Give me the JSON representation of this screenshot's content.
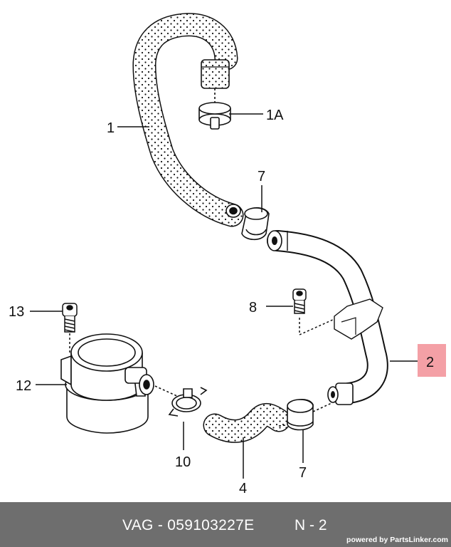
{
  "callouts": {
    "c1": "1",
    "c1a": "1A",
    "c7_top": "7",
    "c8": "8",
    "c13": "13",
    "c12": "12",
    "c2": "2",
    "c10": "10",
    "c4": "4",
    "c7_bottom": "7"
  },
  "highlight_color": "#f4a0a6",
  "footer": {
    "part_number": "VAG - 059103227E",
    "position": "N - 2",
    "powered_by": "powered by PartsLinker.com"
  }
}
